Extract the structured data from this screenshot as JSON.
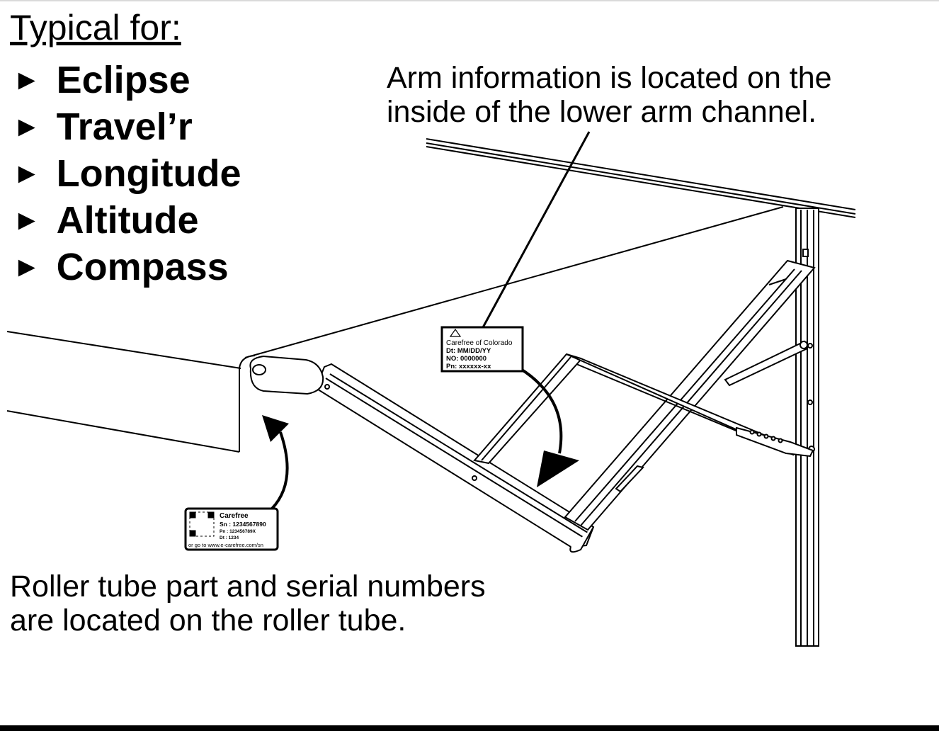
{
  "typical": {
    "title": "Typical for:",
    "models": [
      "Eclipse",
      "Travel’r",
      "Longitude",
      "Altitude",
      "Compass"
    ],
    "bullet": "►"
  },
  "arm_callout": {
    "line1": "Arm information is located on the",
    "line2": "inside of the lower arm channel."
  },
  "arm_label": {
    "brand": "Carefree of Colorado",
    "dt": "Dt: MM/DD/YY",
    "no": "NO:  0000000",
    "pn": "Pn:  xxxxxx-xx"
  },
  "roller_label": {
    "brand": "Carefree",
    "sn": "Sn : 1234567890",
    "pn": "Pn : 123456789X",
    "dt": "Dt : 1234",
    "url": "or go to www.e-carefree.com/sn"
  },
  "roller_callout": {
    "line1": "Roller tube part and serial numbers",
    "line2": "are located on the roller tube."
  }
}
